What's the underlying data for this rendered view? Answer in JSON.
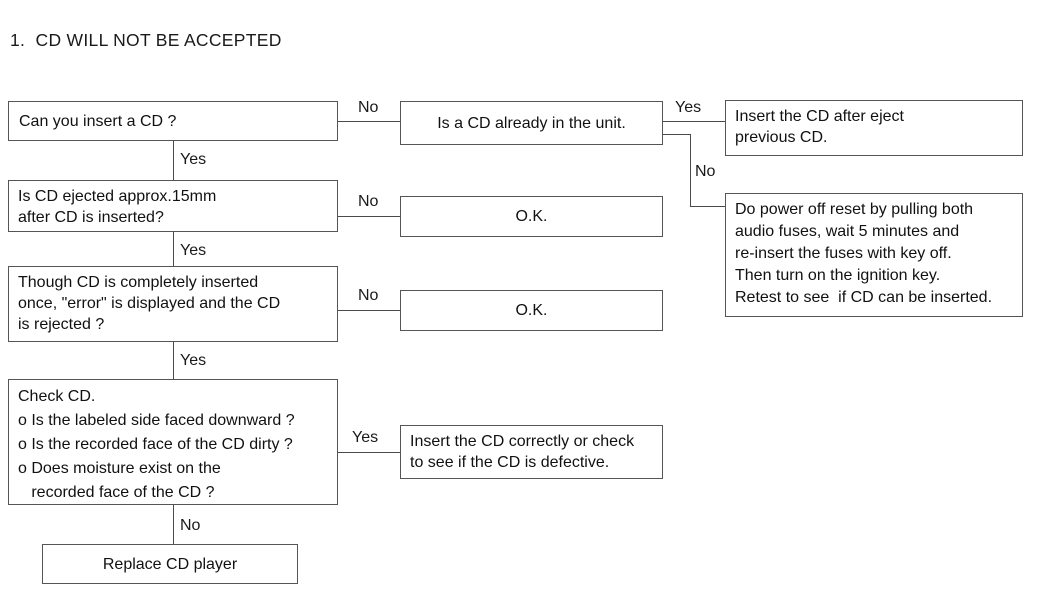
{
  "document": {
    "title": "1.  CD WILL NOT BE ACCEPTED"
  },
  "flowchart": {
    "type": "troubleshooting-flowchart",
    "nodes": {
      "q1": {
        "id": "q1",
        "kind": "decision",
        "text": "Can you insert a CD ?"
      },
      "q2": {
        "id": "q2",
        "kind": "decision",
        "text": "Is a CD already in the unit."
      },
      "a1": {
        "id": "a1",
        "kind": "action",
        "text": "Insert the CD after eject\nprevious CD."
      },
      "a2": {
        "id": "a2",
        "kind": "action",
        "text": "Do power off reset by pulling both\naudio fuses, wait 5 minutes and\nre-insert the fuses with key off.\nThen turn on the ignition key.\nRetest to see  if CD can be inserted."
      },
      "q3": {
        "id": "q3",
        "kind": "decision",
        "text": "Is CD ejected approx.15mm\nafter CD is inserted?"
      },
      "ok1": {
        "id": "ok1",
        "kind": "terminal",
        "text": "O.K."
      },
      "q4": {
        "id": "q4",
        "kind": "decision",
        "text": "Though CD is completely inserted\nonce, \"error\" is displayed and the CD\nis rejected ?"
      },
      "ok2": {
        "id": "ok2",
        "kind": "terminal",
        "text": "O.K."
      },
      "q5": {
        "id": "q5",
        "kind": "decision",
        "text": "Check CD.\no Is the labeled side faced downward ?\no Is the recorded face of the CD dirty ?\no Does moisture exist on the\n   recorded face of the CD ?"
      },
      "a3": {
        "id": "a3",
        "kind": "action",
        "text": "Insert the CD correctly or check\nto see if the CD is defective."
      },
      "a4": {
        "id": "a4",
        "kind": "terminal",
        "text": "Replace CD player"
      }
    },
    "edges": [
      {
        "from": "q1",
        "to": "q2",
        "label": "No"
      },
      {
        "from": "q1",
        "to": "q3",
        "label": "Yes"
      },
      {
        "from": "q2",
        "to": "a1",
        "label": "Yes"
      },
      {
        "from": "q2",
        "to": "a2",
        "label": "No"
      },
      {
        "from": "q3",
        "to": "ok1",
        "label": "No"
      },
      {
        "from": "q3",
        "to": "q4",
        "label": "Yes"
      },
      {
        "from": "q4",
        "to": "ok2",
        "label": "No"
      },
      {
        "from": "q4",
        "to": "q5",
        "label": "Yes"
      },
      {
        "from": "q5",
        "to": "a3",
        "label": "Yes"
      },
      {
        "from": "q5",
        "to": "a4",
        "label": "No"
      }
    ],
    "labels": {
      "q1_no": "No",
      "q1_yes": "Yes",
      "q2_yes": "Yes",
      "q2_no": "No",
      "q3_no": "No",
      "q3_yes": "Yes",
      "q4_no": "No",
      "q4_yes": "Yes",
      "q5_yes": "Yes",
      "q5_no": "No"
    }
  },
  "colors": {
    "background": "#ffffff",
    "text": "#111111",
    "border": "#555555",
    "connector": "#4a4a4a"
  }
}
